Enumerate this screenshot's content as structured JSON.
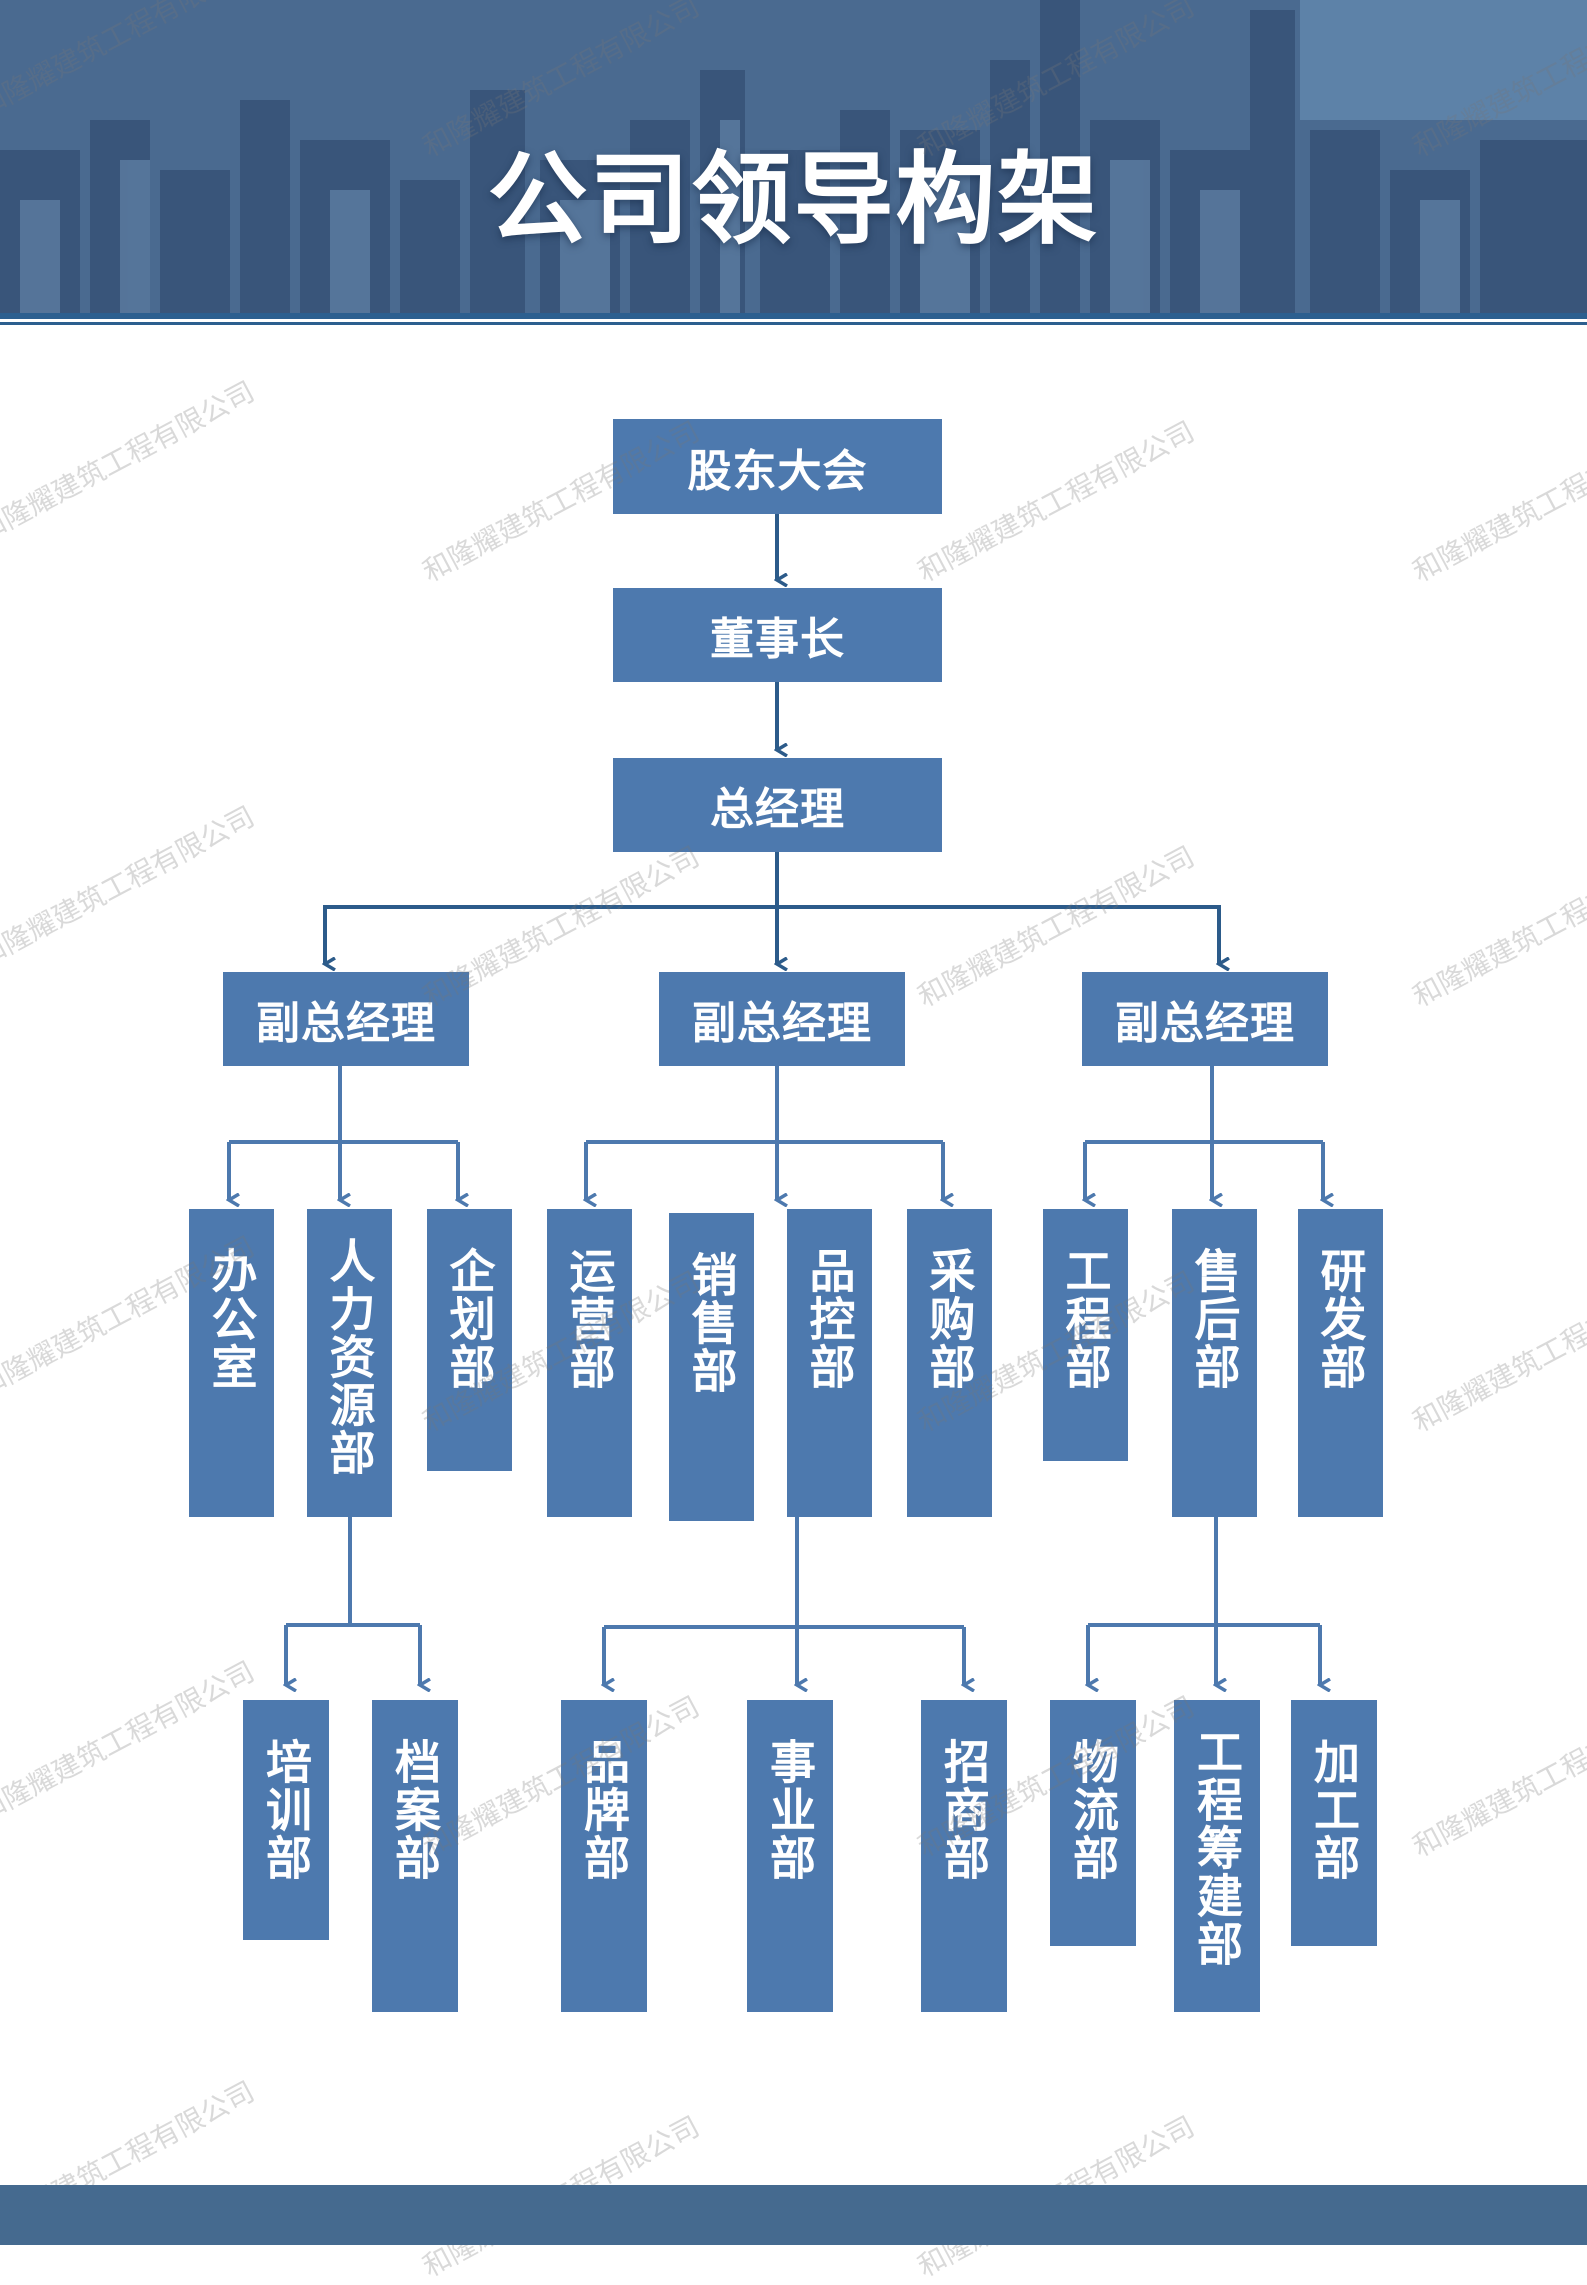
{
  "header": {
    "title": "公司领导构架"
  },
  "watermark_text": "和隆耀建筑工程有限公司",
  "colors": {
    "box": "#4d79ae",
    "connector": "#2c5b8a",
    "connector_light": "#4d79ae",
    "header_bar": "#2c5f8f",
    "footer": "#456a8f"
  },
  "org": {
    "shareholders": "股东大会",
    "chairman": "董事长",
    "general_manager": "总经理",
    "vice_managers": [
      "副总经理",
      "副总经理",
      "副总经理"
    ],
    "departments": [
      "办公室",
      "人力资源部",
      "企划部",
      "运营部",
      "销售部",
      "品控部",
      "采购部",
      "工程部",
      "售后部",
      "研发部"
    ],
    "sub_departments": [
      "培训部",
      "档案部",
      "品牌部",
      "事业部",
      "招商部",
      "物流部",
      "工程筹建部",
      "加工部"
    ]
  }
}
